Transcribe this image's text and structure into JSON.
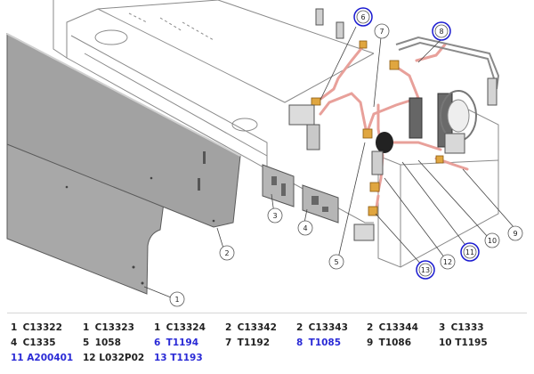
{
  "callouts": [
    {
      "label": "1",
      "highlighted": false
    },
    {
      "label": "2",
      "highlighted": false
    },
    {
      "label": "3",
      "highlighted": false
    },
    {
      "label": "4",
      "highlighted": false
    },
    {
      "label": "5",
      "highlighted": false
    },
    {
      "label": "6",
      "highlighted": true
    },
    {
      "label": "7",
      "highlighted": false
    },
    {
      "label": "8",
      "highlighted": true
    },
    {
      "label": "9",
      "highlighted": false
    },
    {
      "label": "10",
      "highlighted": false
    },
    {
      "label": "11",
      "highlighted": true
    },
    {
      "label": "12",
      "highlighted": false
    },
    {
      "label": "13",
      "highlighted": true
    }
  ],
  "parts_rows": [
    [
      {
        "num": "1",
        "code": "C13322",
        "linked": false
      },
      {
        "num": "1",
        "code": "C13323",
        "linked": false
      },
      {
        "num": "1",
        "code": "C13324",
        "linked": false
      },
      {
        "num": "2",
        "code": "C13342",
        "linked": false
      },
      {
        "num": "2",
        "code": "C13343",
        "linked": false
      },
      {
        "num": "2",
        "code": "C13344",
        "linked": false
      },
      {
        "num": "3",
        "code": "C1333",
        "linked": false
      }
    ],
    [
      {
        "num": "4",
        "code": "C1335",
        "linked": false
      },
      {
        "num": "5",
        "code": "1058",
        "linked": false
      },
      {
        "num": "6",
        "code": "T1194",
        "linked": true
      },
      {
        "num": "7",
        "code": "T1192",
        "linked": false
      },
      {
        "num": "8",
        "code": "T1085",
        "linked": true
      },
      {
        "num": "9",
        "code": "T1086",
        "linked": false
      },
      {
        "num": "10",
        "code": "T1195",
        "linked": false
      }
    ],
    [
      {
        "num": "11",
        "code": "A200401",
        "linked": true
      },
      {
        "num": "12",
        "code": "L032P02",
        "linked": false
      },
      {
        "num": "13",
        "code": "T1193",
        "linked": true
      }
    ]
  ],
  "colors": {
    "highlight_ring": "#1a1ad0",
    "link_text": "#2a2ad6",
    "pipe": "#e8a09a",
    "brass": "#e0a640",
    "panel": "#a4a4a4"
  }
}
